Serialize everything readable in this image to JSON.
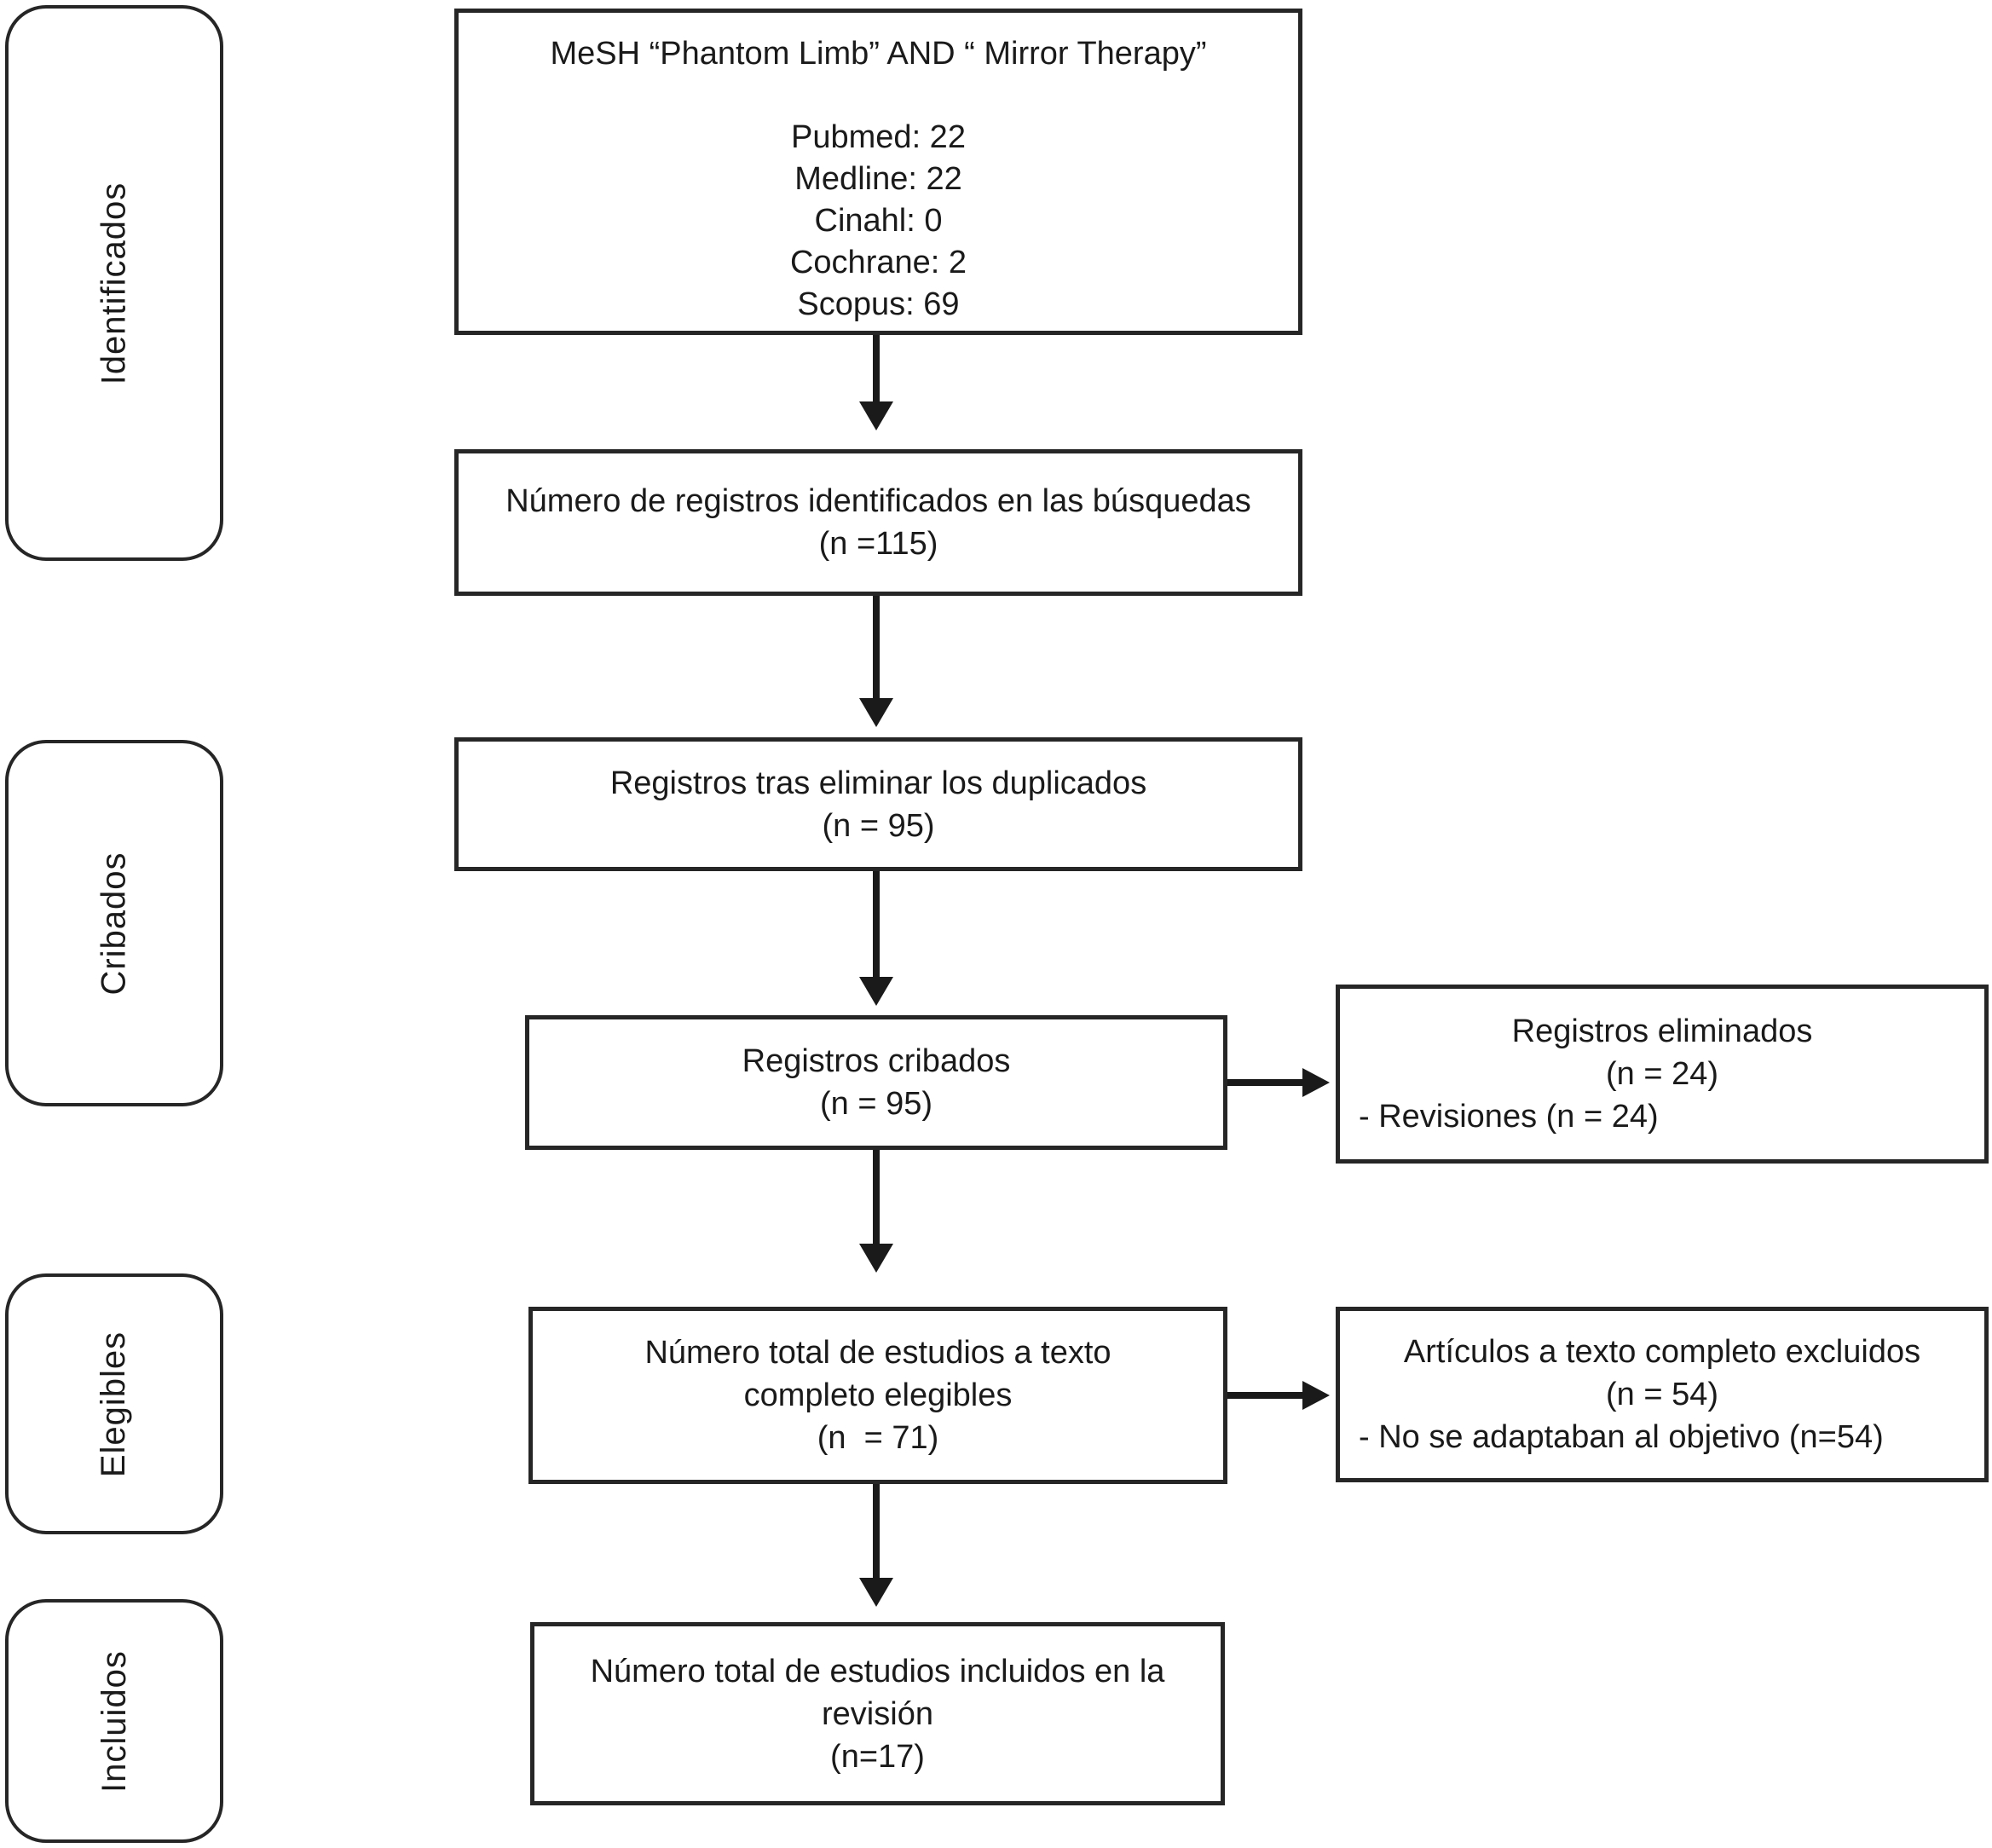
{
  "stages": [
    {
      "label": "Identificados"
    },
    {
      "label": "Cribados"
    },
    {
      "label": "Elegibles"
    },
    {
      "label": "Incluidos"
    }
  ],
  "boxes": {
    "search": {
      "title": "MeSH “Phantom Limb” AND “ Mirror Therapy”",
      "sources": [
        "Pubmed: 22",
        "Medline: 22",
        "Cinahl: 0",
        "Cochrane: 2",
        "Scopus: 69"
      ]
    },
    "identified": {
      "lines": [
        "Número de registros identificados en las búsquedas",
        "(n =115)"
      ]
    },
    "deduplicated": {
      "lines": [
        "Registros tras eliminar los duplicados",
        "(n = 95)"
      ]
    },
    "screened": {
      "lines": [
        "Registros cribados",
        "(n = 95)"
      ]
    },
    "removed": {
      "lines": [
        "Registros eliminados",
        "(n = 24)"
      ],
      "note": "- Revisiones (n = 24)"
    },
    "eligible": {
      "lines": [
        "Número total de estudios a texto",
        "completo elegibles",
        "(n  = 71)"
      ]
    },
    "excluded": {
      "lines": [
        "Artículos a texto completo excluidos",
        "(n = 54)"
      ],
      "note": "- No se adaptaban al objetivo (n=54)"
    },
    "included": {
      "lines": [
        "Número total de estudios incluidos en la",
        "revisión",
        "(n=17)"
      ]
    }
  },
  "colors": {
    "line": "#1a1a1a",
    "text": "#1a1a1a",
    "background": "#ffffff"
  }
}
